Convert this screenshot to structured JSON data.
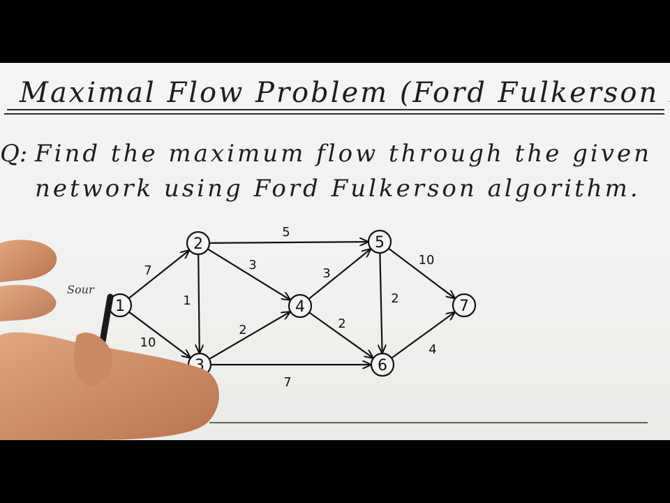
{
  "title": "Maximal Flow Problem (Ford Fulkerson Rule)",
  "question": {
    "label": "Q:",
    "line1": "Find the maximum flow through the given",
    "line2": "network using Ford Fulkerson algorithm."
  },
  "source_label": "Sour",
  "network": {
    "nodes": [
      "1",
      "2",
      "3",
      "4",
      "5",
      "6",
      "7"
    ],
    "edges": [
      {
        "from": "1",
        "to": "2",
        "capacity": "7"
      },
      {
        "from": "1",
        "to": "3",
        "capacity": "10"
      },
      {
        "from": "2",
        "to": "3",
        "capacity": "1"
      },
      {
        "from": "2",
        "to": "4",
        "capacity": "3"
      },
      {
        "from": "2",
        "to": "5",
        "capacity": "5"
      },
      {
        "from": "3",
        "to": "4",
        "capacity": "2"
      },
      {
        "from": "3",
        "to": "6",
        "capacity": "7"
      },
      {
        "from": "4",
        "to": "5",
        "capacity": "3"
      },
      {
        "from": "4",
        "to": "6",
        "capacity": "2"
      },
      {
        "from": "5",
        "to": "6",
        "capacity": "2"
      },
      {
        "from": "5",
        "to": "7",
        "capacity": "10"
      },
      {
        "from": "6",
        "to": "7",
        "capacity": "4"
      }
    ]
  }
}
